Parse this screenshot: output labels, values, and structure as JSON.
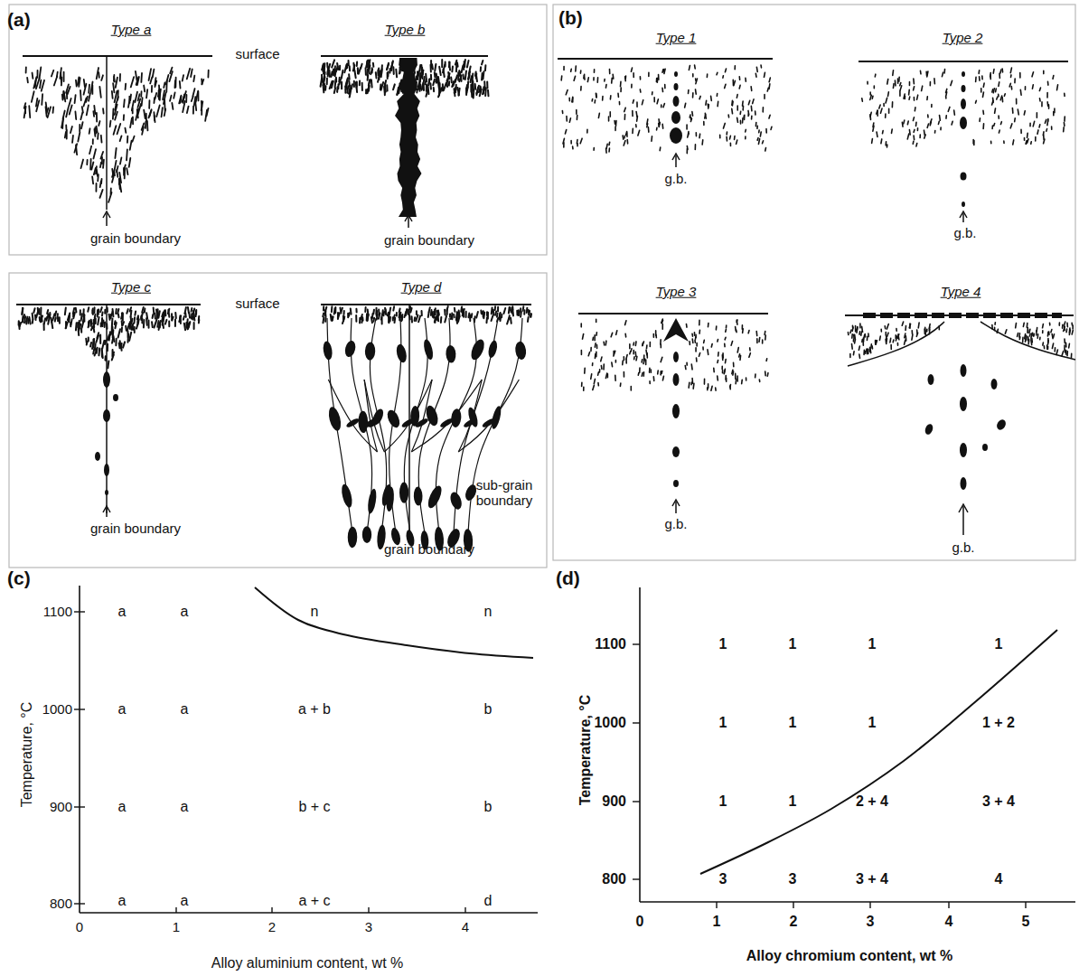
{
  "diagram": {
    "labels": [
      "(a)",
      "Type a",
      "surface",
      "Type b",
      "grain boundary",
      "grain boundary",
      "Type c",
      "surface",
      "Type d",
      "grain boundary",
      "sub-grain boundary",
      "grain boundary",
      "(b)",
      "Type 1",
      "Type 2",
      "g.b.",
      "g.b.",
      "Type 3",
      "Type 4",
      "g.b.",
      "g.b.",
      "(c)",
      "1100",
      "1000",
      "900",
      "800",
      "0",
      "1",
      "2",
      "3",
      "4",
      "Temperature, °C",
      "Alloy aluminium content, wt %",
      "a",
      "a",
      "n",
      "n",
      "a",
      "a",
      "a + b",
      "b",
      "a",
      "a",
      "b + c",
      "b",
      "a",
      "a",
      "a + c",
      "d",
      "(d)",
      "1100",
      "1000",
      "900",
      "800",
      "0",
      "1",
      "2",
      "3",
      "4",
      "5",
      "Temperature, °C",
      "Alloy chromium content, wt %",
      "1",
      "1",
      "1",
      "1",
      "1",
      "1",
      "1",
      "1 + 2",
      "1",
      "1",
      "2 + 4",
      "3 + 4",
      "3",
      "3",
      "3 + 4",
      "4"
    ]
  }
}
